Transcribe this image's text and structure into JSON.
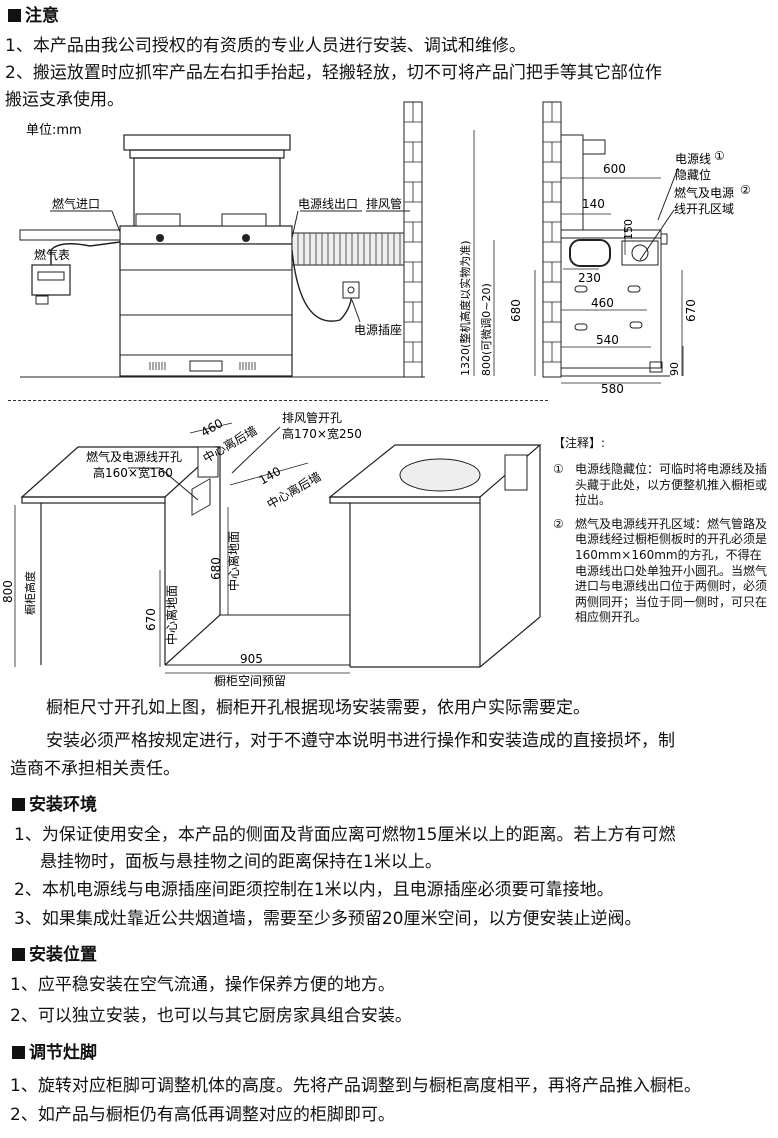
{
  "notice": {
    "title": "注意",
    "items": [
      "1、本产品由我公司授权的有资质的专业人员进行安装、调试和维修。",
      "2、搬运放置时应抓牢产品左右扣手抬起，轻搬轻放，切不可将产品门把手等其它部位作",
      "搬运支承使用。"
    ]
  },
  "figure1": {
    "unit": "单位:mm",
    "gas_inlet": "燃气进口",
    "gas_meter": "燃气表",
    "cable_outlet": "电源线出口",
    "exhaust_pipe": "排风管",
    "power_socket": "电源插座"
  },
  "figure2": {
    "cable_hidden": "电源线",
    "cable_hidden2": "隐藏位",
    "hole_area": "燃气及电源",
    "hole_area2": "线开孔区域",
    "circle1": "①",
    "circle2": "②",
    "dim_600": "600",
    "dim_140": "140",
    "dim_150": "150",
    "dim_230": "230",
    "dim_460": "460",
    "dim_540": "540",
    "dim_580": "580",
    "dim_680": "680",
    "dim_670": "670",
    "dim_90": "90",
    "dim_800": "800(可微调0~20)",
    "dim_1320": "1320(整机高度以实物为准)"
  },
  "figure3": {
    "exhaust_hole": "排风管开孔",
    "exhaust_size": "高170×宽250",
    "gas_hole": "燃气及电源线开孔",
    "gas_size": "高160×宽160",
    "dim_460": "460",
    "center_back": "中心离后墙",
    "dim_140": "140",
    "center_back2": "中心离后墙",
    "dim_680": "680",
    "center_floor": "中心离地面",
    "dim_670": "670",
    "center_floor2": "中心离地面",
    "dim_800": "800",
    "cabinet_height": "橱柜高度",
    "dim_905": "905",
    "cabinet_space": "橱柜空间预留"
  },
  "remarks": {
    "title": "【注释】:",
    "items": [
      {
        "n": "①",
        "text": "电源线隐藏位：可临时将电源线及插头藏于此处，以方便整机推入橱柜或拉出。"
      },
      {
        "n": "②",
        "text": "燃气及电源线开孔区域：燃气管路及电源线经过橱柜侧板时的开孔必须是160mm×160mm的方孔，不得在电源线出口处单独开小圆孔。当燃气进口与电源线出口位于两侧时，必须两侧同开；当位于同一侧时，可只在相应侧开孔。"
      }
    ]
  },
  "body_text": {
    "p1": "橱柜尺寸开孔如上图，橱柜开孔根据现场安装需要，依用户实际需要定。",
    "p2a": "安装必须严格按规定进行，对于不遵守本说明书进行操作和安装造成的直接损坏，制",
    "p2b": "造商不承担相关责任。"
  },
  "env": {
    "title": "安装环境",
    "l1": "1、为保证使用安全，本产品的侧面及背面应离可燃物15厘米以上的距离。若上方有可燃",
    "l2": "悬挂物时，面板与悬挂物之间的距离保持在1米以上。",
    "l3": "2、本机电源线与电源插座间距须控制在1米以内，且电源插座必须要可靠接地。",
    "l4": "3、如果集成灶靠近公共烟道墙，需要至少多预留20厘米空间，以方便安装止逆阀。"
  },
  "position": {
    "title": "安装位置",
    "l1": "1、应平稳安装在空气流通，操作保养方便的地方。",
    "l2": "2、可以独立安装，也可以与其它厨房家具组合安装。"
  },
  "feet": {
    "title": "调节灶脚",
    "l1": "1、旋转对应柜脚可调整机体的高度。先将产品调整到与橱柜高度相平，再将产品推入橱柜。",
    "l2": "2、如产品与橱柜仍有高低再调整对应的柜脚即可。"
  }
}
